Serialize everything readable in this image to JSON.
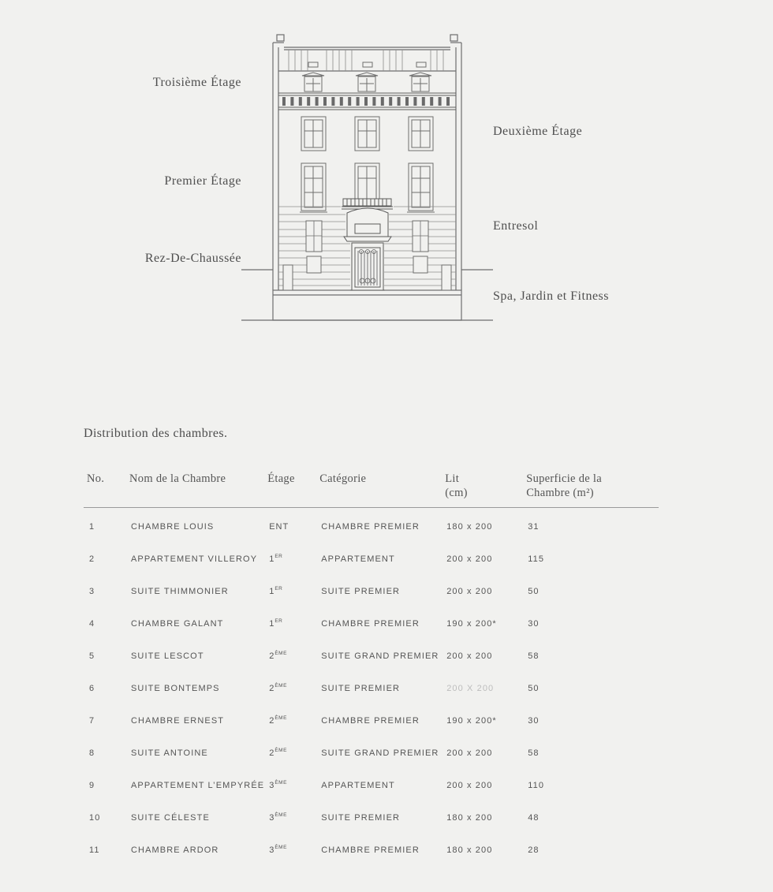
{
  "floors": {
    "troisieme": "Troisième Étage",
    "deuxieme": "Deuxième Étage",
    "premier": "Premier Étage",
    "entresol": "Entresol",
    "rdc": "Rez-De-Chaussée",
    "spa": "Spa, Jardin et Fitness"
  },
  "section_title": "Distribution des chambres.",
  "table": {
    "headers": {
      "no": "No.",
      "name": "Nom de la Chambre",
      "etage": "Étage",
      "categorie": "Catégorie",
      "lit_1": "Lit",
      "lit_2": "(cm)",
      "superficie_1": "Superficie de la",
      "superficie_2": "Chambre (m²)"
    },
    "rows": [
      {
        "no": "1",
        "name": "CHAMBRE LOUIS",
        "etage": "ENT",
        "etage_sup": "",
        "categorie": "CHAMBRE PREMIER",
        "lit": "180 x 200",
        "superficie": "31"
      },
      {
        "no": "2",
        "name": "APPARTEMENT VILLEROY",
        "etage": "1",
        "etage_sup": "ER",
        "categorie": "APPARTEMENT",
        "lit": "200 x 200",
        "superficie": "115"
      },
      {
        "no": "3",
        "name": "SUITE THIMMONIER",
        "etage": "1",
        "etage_sup": "ER",
        "categorie": "SUITE PREMIER",
        "lit": "200 x 200",
        "superficie": "50"
      },
      {
        "no": "4",
        "name": "CHAMBRE GALANT",
        "etage": "1",
        "etage_sup": "ER",
        "categorie": "CHAMBRE PREMIER",
        "lit": "190 x 200*",
        "superficie": "30"
      },
      {
        "no": "5",
        "name": "SUITE LESCOT",
        "etage": "2",
        "etage_sup": "ÈME",
        "categorie": "SUITE GRAND PREMIER",
        "lit": "200 x 200",
        "superficie": "58"
      },
      {
        "no": "6",
        "name": "SUITE BONTEMPS",
        "etage": "2",
        "etage_sup": "ÈME",
        "categorie": "SUITE PREMIER",
        "lit": "200 X 200",
        "superficie": "50"
      },
      {
        "no": "7",
        "name": "CHAMBRE ERNEST",
        "etage": "2",
        "etage_sup": "ÈME",
        "categorie": "CHAMBRE PREMIER",
        "lit": "190 x 200*",
        "superficie": "30"
      },
      {
        "no": "8",
        "name": "SUITE ANTOINE",
        "etage": "2",
        "etage_sup": "ÈME",
        "categorie": "SUITE GRAND PREMIER",
        "lit": "200 x 200",
        "superficie": "58"
      },
      {
        "no": "9",
        "name": "APPARTEMENT L’EMPYRÉE",
        "etage": "3",
        "etage_sup": "ÈME",
        "categorie": "APPARTEMENT",
        "lit": "200 x 200",
        "superficie": "110"
      },
      {
        "no": "10",
        "name": "SUITE CÉLESTE",
        "etage": "3",
        "etage_sup": "ÈME",
        "categorie": "SUITE PREMIER",
        "lit": "180 x 200",
        "superficie": "48"
      },
      {
        "no": "11",
        "name": "CHAMBRE ARDOR",
        "etage": "3",
        "etage_sup": "ÈME",
        "categorie": "CHAMBRE PREMIER",
        "lit": "180 x 200",
        "superficie": "28"
      }
    ]
  }
}
